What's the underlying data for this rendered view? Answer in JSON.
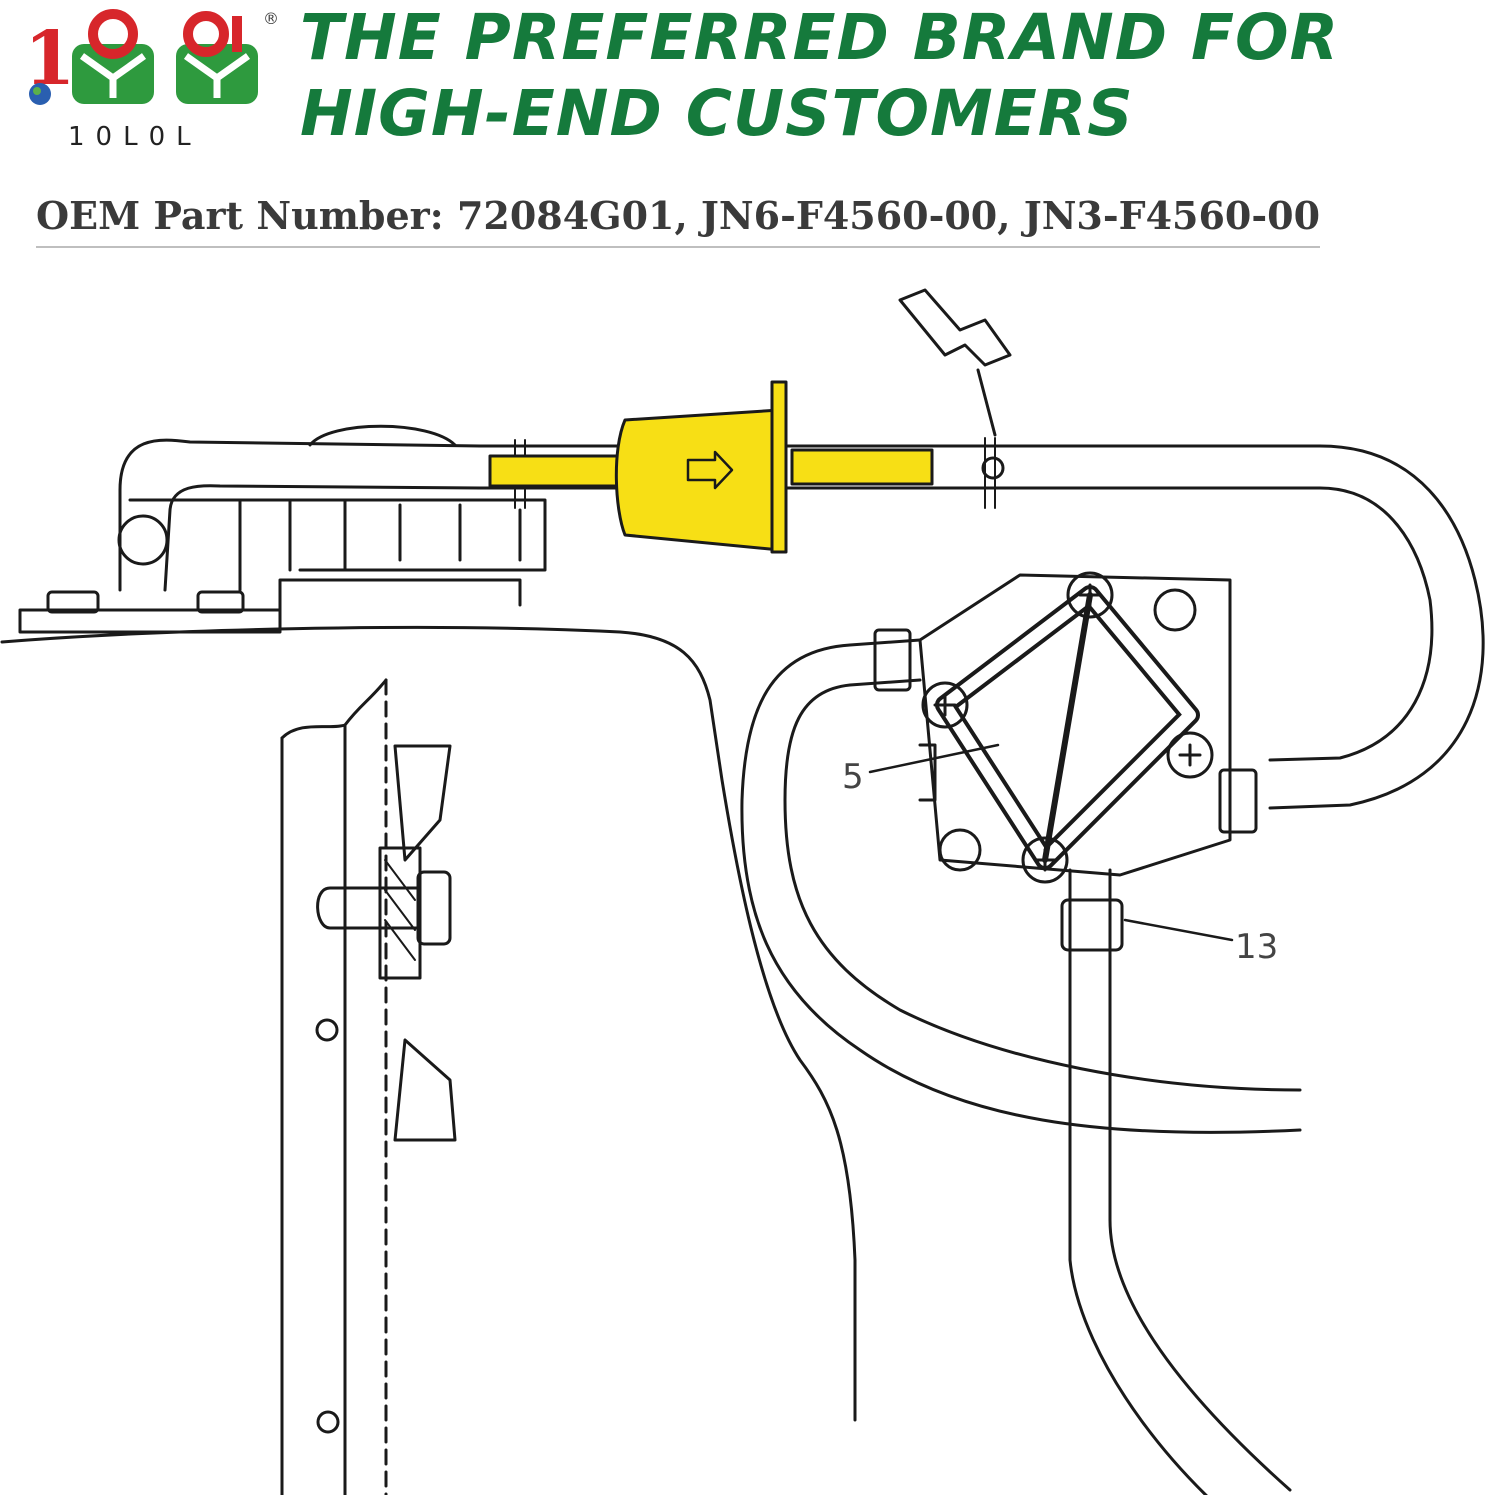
{
  "brand": {
    "logo_digits": "1",
    "registered_mark": "®",
    "logo_word": "10L0L"
  },
  "headline": "THE PREFERRED BRAND FOR HIGH-END CUSTOMERS",
  "oem": {
    "label": "OEM Part Number:",
    "numbers": "72084G01, JN6-F4560-00, JN3-F4560-00"
  },
  "diagram": {
    "callouts": [
      "5",
      "13"
    ],
    "highlight_color": "#f7df15",
    "accent_color": "#157a3c",
    "logo_red": "#d7262b"
  }
}
